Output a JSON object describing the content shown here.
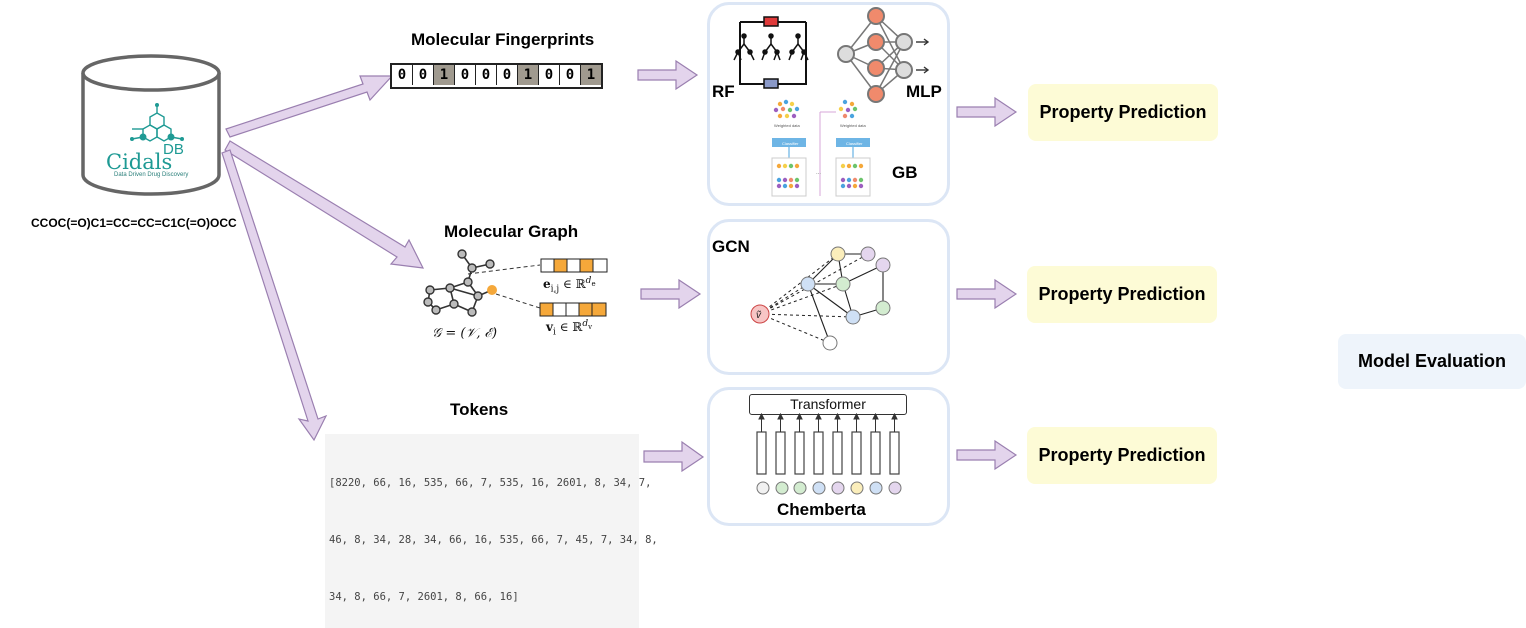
{
  "database": {
    "logo_name": "Cidals",
    "logo_superscript": "DB",
    "tagline": "Data Driven Drug Discovery",
    "smiles": "CCOC(=O)C1=CC=CC=C1C(=O)OCC"
  },
  "fingerprints": {
    "title": "Molecular Fingerprints",
    "bits": [
      "0",
      "0",
      "1",
      "0",
      "0",
      "0",
      "1",
      "0",
      "0",
      "1"
    ]
  },
  "graph": {
    "title": "Molecular Graph",
    "graph_formula": "𝒢 = (𝒱, ℰ)",
    "edge_feature": "e",
    "edge_sub": "i,j",
    "edge_set": "∈ ℝ",
    "edge_dim": "d",
    "edge_dim_sub": "e",
    "node_feature": "v",
    "node_sub": "i",
    "node_set": "∈ ℝ",
    "node_dim": "d",
    "node_dim_sub": "v"
  },
  "tokens": {
    "title": "Tokens",
    "line1": "[8220, 66, 16, 535, 66, 7, 535, 16, 2601, 8, 34, 7,",
    "line2": "46, 8, 34, 28, 34, 66, 16, 535, 66, 7, 45, 7, 34, 8,",
    "line3": "34, 8, 66, 7, 2601, 8, 66, 16]"
  },
  "models": {
    "rf": "RF",
    "mlp": "MLP",
    "gb": "GB",
    "gb_panel_left": "Weighted data",
    "gb_panel_right": "Weighted data",
    "gb_classifier": "Classifier",
    "gb_ellipsis": "...",
    "gcn": "GCN",
    "gcn_center_node": "ṽ",
    "transformer": "Transformer",
    "chemberta": "Chemberta"
  },
  "outputs": {
    "property_prediction_1": "Property Prediction",
    "property_prediction_2": "Property Prediction",
    "property_prediction_3": "Property Prediction",
    "model_evaluation": "Model Evaluation"
  },
  "colors": {
    "arrow_fill": "#e3d4ec",
    "arrow_stroke": "#9a7fb0",
    "box_border": "#dce6f5",
    "prediction_bg": "#fdfbd6",
    "evaluation_bg": "#eef4fb",
    "teal": "#1e9a94",
    "orange": "#f08a6c",
    "node_orange": "#f5a83a"
  }
}
